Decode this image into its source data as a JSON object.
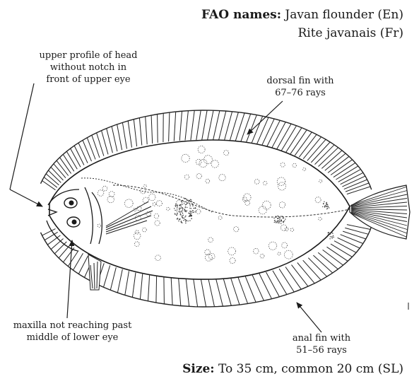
{
  "header": {
    "fao_label": "FAO names:",
    "name_en": "Javan flounder (En)",
    "name_fr": "Rite javanais (Fr)"
  },
  "annotations": {
    "head_profile": [
      "upper profile of head",
      "without notch in",
      "front of upper eye"
    ],
    "dorsal_fin": [
      "dorsal fin with",
      "67–76 rays"
    ],
    "maxilla": [
      "maxilla not reaching past",
      "middle of lower eye"
    ],
    "anal_fin": [
      "anal fin with",
      "51–56 rays"
    ]
  },
  "footer": {
    "size_label": "Size:",
    "size_text": "To 35 cm, common 20 cm (SL)"
  }
}
